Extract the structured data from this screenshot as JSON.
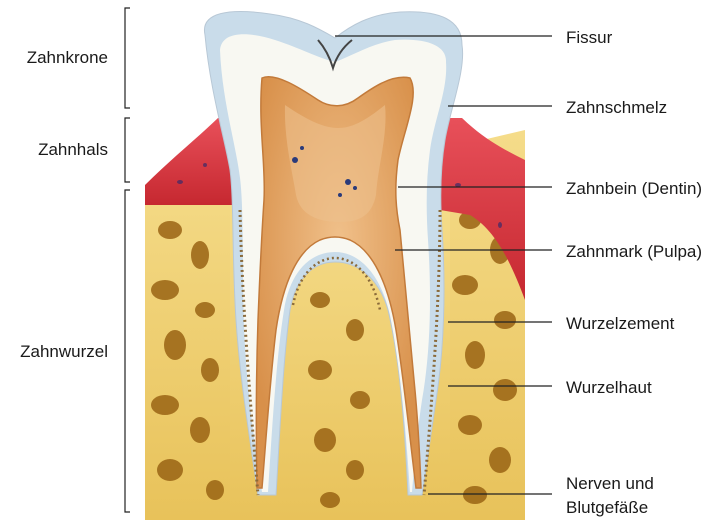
{
  "labels_left": {
    "crown": "Zahnkrone",
    "neck": "Zahnhals",
    "root": "Zahnwurzel"
  },
  "labels_right": {
    "fissure": "Fissur",
    "enamel": "Zahnschmelz",
    "dentin": "Zahnbein (Dentin)",
    "pulp": "Zahnmark (Pulpa)",
    "cementum": "Wurzelzement",
    "periodontium": "Wurzelhaut",
    "nerves_line1": "Nerven und",
    "nerves_line2": "Blutgefäße"
  },
  "colors": {
    "gum": "#d9323c",
    "bone": "#f0d27a",
    "bone_dark": "#8a5a10",
    "enamel": "#eef3f8",
    "dentin": "#fbfbf6",
    "pulp": "#e0a060",
    "line": "#222222"
  }
}
